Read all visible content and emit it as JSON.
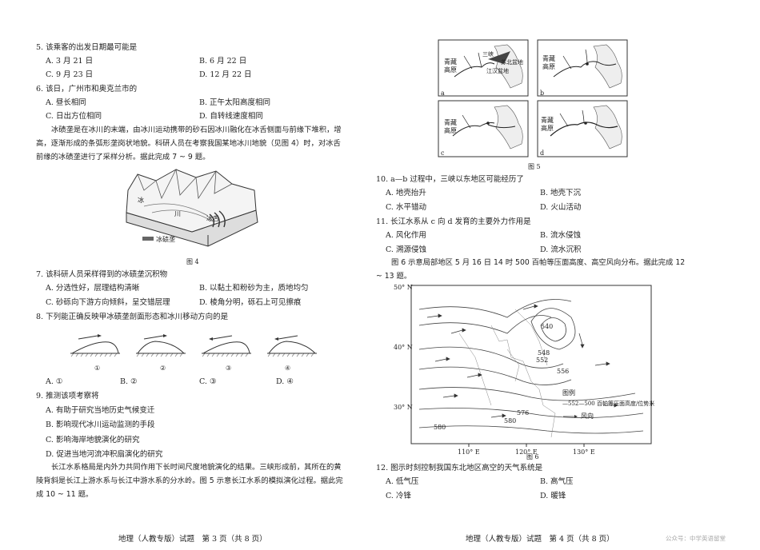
{
  "left_page": {
    "q5": {
      "stem": "5. 该乘客的出发日期最可能是",
      "options": [
        "A. 3 月 21 日",
        "B. 6 月 22 日",
        "C. 9 月 23 日",
        "D. 12 月 22 日"
      ]
    },
    "q6": {
      "stem": "6. 该日，广州市和奥克兰市的",
      "options": [
        "A. 昼长相同",
        "B. 正午太阳高度相同",
        "C. 日出方位相同",
        "D. 自转线速度相同"
      ]
    },
    "passage_glacier": "冰碛垄是在冰川的末端，由冰川运动携带的砂石因冰川融化在冰舌侧面与前缘下堆积，增高，逐渐形成的条弧形垄岗状地貌。科研人员在考察我国某地冰川地貌（见图 4）时，对冰舌前缘的冰碛垄进行了采样分析。据此完成 7 ~ 9 题。",
    "figure4": {
      "caption": "图 4",
      "label_ice1": "冰",
      "label_ice2": "川",
      "label_tongue": "冰舌",
      "legend": "冰碛垄"
    },
    "q7": {
      "stem": "7. 该科研人员采样得到的冰碛垄沉积物",
      "options": [
        "A. 分选性好，层理结构清晰",
        "B. 以黏土和粉砂为主，质地均匀",
        "C. 砂砾向下游方向倾斜，呈交错层理",
        "D. 棱角分明，砾石上可见擦痕"
      ]
    },
    "q8": {
      "stem": "8. 下列能正确反映甲冰碛垄剖面形态和冰川移动方向的是",
      "nums": [
        "①",
        "②",
        "③",
        "④"
      ],
      "options": [
        "A. ①",
        "B. ②",
        "C. ③",
        "D. ④"
      ]
    },
    "q9": {
      "stem": "9. 推测该项考察将",
      "options": [
        "A. 有助于研究当地历史气候变迁",
        "B. 影响现代冰川运动监测的手段",
        "C. 影响海岸地貌演化的研究",
        "D. 促进当地河流冲积扇演化的研究"
      ]
    },
    "passage_yangtze": "长江水系格局是内外力共同作用下长时间尺度地貌演化的结果。三峡形成前，其所在的黄陵背斜是长江上游水系与长江中游水系的分水岭。图 5 示意长江水系的模拟演化过程。据此完成 10 ~ 11 题。",
    "footer": "地理（人教专版）试题　第 3 页（共 8 页）"
  },
  "right_page": {
    "figure5": {
      "caption": "图 5",
      "panels": [
        "a",
        "b",
        "c",
        "d"
      ],
      "qingzang": "青藏",
      "gaoyuan": "高原",
      "sanxia": "三峡",
      "subei1": "苏北盆地",
      "jianghan": "江汉盆地"
    },
    "q10": {
      "stem": "10. a—b 过程中，三峡以东地区可能经历了",
      "options": [
        "A. 地壳抬升",
        "B. 地壳下沉",
        "C. 水平错动",
        "D. 火山活动"
      ]
    },
    "q11": {
      "stem": "11. 长江水系从 c 向 d 发育的主要外力作用是",
      "options": [
        "A. 风化作用",
        "B. 流水侵蚀",
        "C. 溯源侵蚀",
        "D. 流水沉积"
      ]
    },
    "passage_fig6": "图 6 示意局部地区 5 月 16 日 14 时 500 百帕等压面高度、高空风向分布。据此完成 12 ~ 13 题。",
    "figure6": {
      "caption": "图 6",
      "lat_labels": [
        "50° N",
        "40° N",
        "30° N"
      ],
      "lon_labels": [
        "110° E",
        "120° E",
        "130° E"
      ],
      "contours": [
        "540",
        "548",
        "552",
        "556",
        "576",
        "580",
        "580"
      ],
      "legend_title": "图例",
      "legend_line": "—552—500 百帕等压面高度/位势米",
      "legend_arrow": "风向"
    },
    "q12": {
      "stem": "12. 图示时刻控制我国东北地区高空的天气系统是",
      "options": [
        "A. 低气压",
        "B. 高气压",
        "C. 冷锋",
        "D. 暖锋"
      ]
    },
    "footer": "地理（人教专版）试题　第 4 页（共 8 页）",
    "watermark": "公众号：中学英语留堂"
  }
}
